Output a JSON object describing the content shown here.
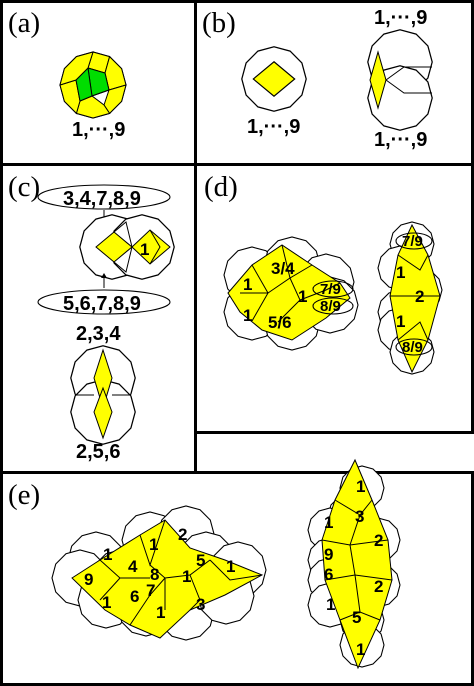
{
  "panels": {
    "a": {
      "tag": "(a)",
      "label": "1,···,9"
    },
    "b": {
      "tag": "(b)",
      "label_left": "1,···,9",
      "label_top": "1,···,9",
      "label_bottom": "1,···,9"
    },
    "c": {
      "tag": "(c)",
      "oval_top": "3,4,7,8,9",
      "oval_bottom": "5,6,7,8,9",
      "center_num": "1",
      "label_mid": "2,3,4",
      "label_bottom": "2,5,6"
    },
    "d": {
      "tag": "(d)",
      "n_34": "3/4",
      "n_79": "7/9",
      "n_89": "8/9",
      "n_56": "5/6",
      "n_1a": "1",
      "n_1b": "1",
      "n_1c": "1",
      "r_79": "7/9",
      "r_1a": "1",
      "r_2": "2",
      "r_1b": "1",
      "r_89": "8/9"
    },
    "e": {
      "tag": "(e)",
      "left": {
        "n1a": "1",
        "n2": "2",
        "n1b": "1",
        "n9": "9",
        "n4": "4",
        "n8": "8",
        "n5": "5",
        "n1c": "1",
        "n1d": "1",
        "n6": "6",
        "n7": "7",
        "n3": "3",
        "n1e": "1",
        "n1f": "1"
      },
      "right": {
        "n1a": "1",
        "n3": "3",
        "n1b": "1",
        "n2a": "2",
        "n9": "9",
        "n6": "6",
        "n2b": "2",
        "n1c": "1",
        "n5": "5",
        "n1d": "1"
      }
    }
  }
}
